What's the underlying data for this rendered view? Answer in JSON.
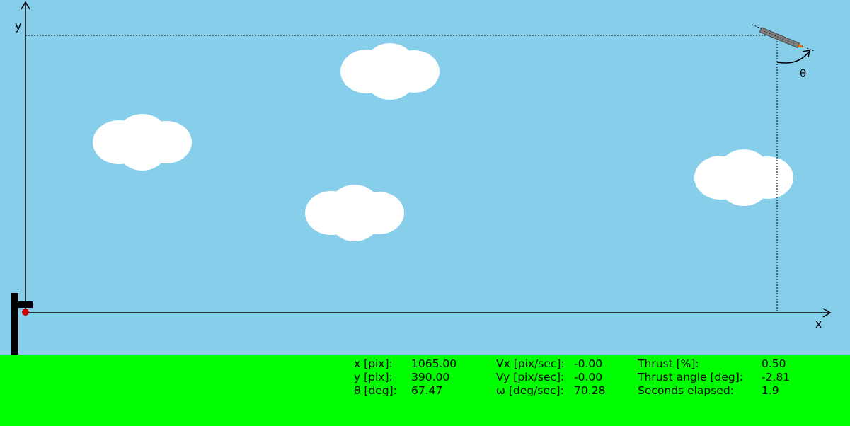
{
  "scene": {
    "colors": {
      "sky": "#87CEEB",
      "ground": "#00FF00",
      "cloud": "#FFFFFF",
      "axis": "#000000",
      "rocket_body": "#808080",
      "flame": "#FF6600",
      "origin_marker": "#CC0000"
    },
    "labels": {
      "x_axis": "x",
      "y_axis": "y",
      "theta": "θ"
    }
  },
  "telemetry": [
    {
      "label": "x [pix]:",
      "value": "1065.00"
    },
    {
      "label": "y [pix]:",
      "value": "390.00"
    },
    {
      "label": "θ [deg]:",
      "value": "67.47"
    },
    {
      "label": "Vx [pix/sec]:",
      "value": "-0.00"
    },
    {
      "label": "Vy [pix/sec]:",
      "value": "-0.00"
    },
    {
      "label": "ω [deg/sec]:",
      "value": "70.28"
    },
    {
      "label": "Thrust [%]:",
      "value": "0.50"
    },
    {
      "label": "Thrust angle [deg]:",
      "value": "-2.81"
    },
    {
      "label": "Seconds elapsed:",
      "value": "1.9"
    }
  ]
}
